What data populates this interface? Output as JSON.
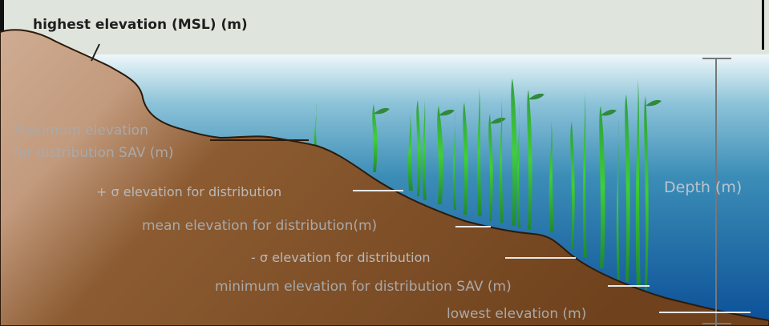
{
  "diagram": {
    "labels": {
      "highest": "highest elevation (MSL)  (m)",
      "max_line1": "Maximum elevation",
      "max_line2": "for distribution SAV (m)",
      "plus_sigma": "+ σ  elevation for distribution",
      "mean": "mean elevation for distribution(m)",
      "minus_sigma": "- σ  elevation for distribution",
      "minimum": "minimum elevation for distribution SAV (m)",
      "lowest": "lowest  elevation (m)",
      "depth": "Depth (m)"
    },
    "colors": {
      "sky": "#dfe5dd",
      "water_top": "#e9f4f8",
      "water_mid": "#3f95b8",
      "water_deep": "#0b4f97",
      "sediment_land": "#c9a58a",
      "sediment_sea": "#7a4a22",
      "outline": "#2c1a0b",
      "label": "#a9a9a9",
      "seagrass": "#39d02b",
      "depth_bar": "#777777"
    },
    "icons": [
      "seagrass-plants",
      "depth-bar"
    ]
  }
}
